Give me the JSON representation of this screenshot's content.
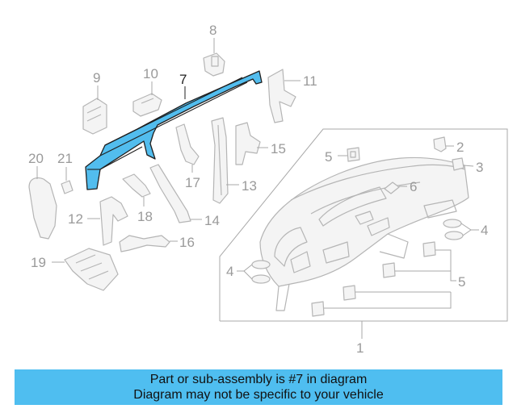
{
  "callouts": {
    "c1": "1",
    "c2": "2",
    "c3": "3",
    "c4a": "4",
    "c4b": "4",
    "c5a": "5",
    "c5b": "5",
    "c6": "6",
    "c7": "7",
    "c8": "8",
    "c9": "9",
    "c10": "10",
    "c11": "11",
    "c12": "12",
    "c13": "13",
    "c14": "14",
    "c15": "15",
    "c16": "16",
    "c17": "17",
    "c18": "18",
    "c19": "19",
    "c20": "20",
    "c21": "21"
  },
  "banner": {
    "line1": "Part or sub-assembly is #7 in diagram",
    "line2": "Diagram may not be specific to your vehicle"
  },
  "colors": {
    "highlight": "#52bdee",
    "banner": "#4fbef0",
    "parts": "#b5b5b5",
    "labels": "#9a9a9a"
  }
}
